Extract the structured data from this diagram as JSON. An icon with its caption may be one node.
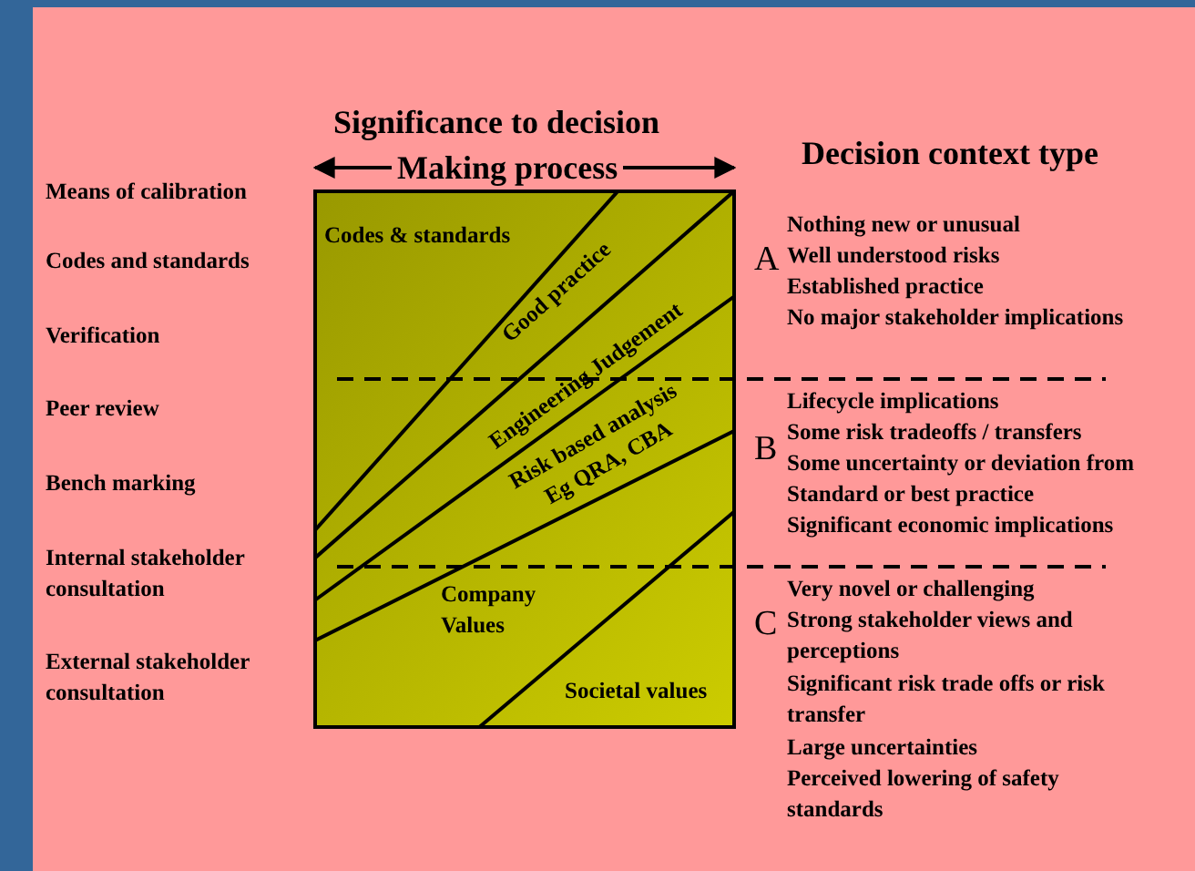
{
  "diagram": {
    "labels": [
      "Significance to decision",
      "Making process",
      "Decision context type",
      "Means of calibration",
      "Codes and standards",
      "Verification",
      "Peer review",
      "Bench marking",
      "Internal stakeholder consultation",
      "External stakeholder consultation",
      "Codes & standards",
      "Good practice",
      "Engineering Judgement",
      "Risk based analysis Eg QRA, CBA",
      "Company Values",
      "Societal values",
      "A",
      "Nothing new or unusual",
      "Well understood risks",
      "Established practice",
      "No major stakeholder implications",
      "B",
      "Lifecycle implications",
      "Some risk tradeoffs / transfers",
      "Some uncertainty or deviation from",
      "Standard or best practice",
      "Significant economic implications",
      "C",
      "Very novel or challenging",
      "Strong stakeholder views and perceptions",
      "Significant risk trade offs or risk transfer",
      "Large uncertainties",
      "Perceived lowering of safety standards"
    ]
  }
}
